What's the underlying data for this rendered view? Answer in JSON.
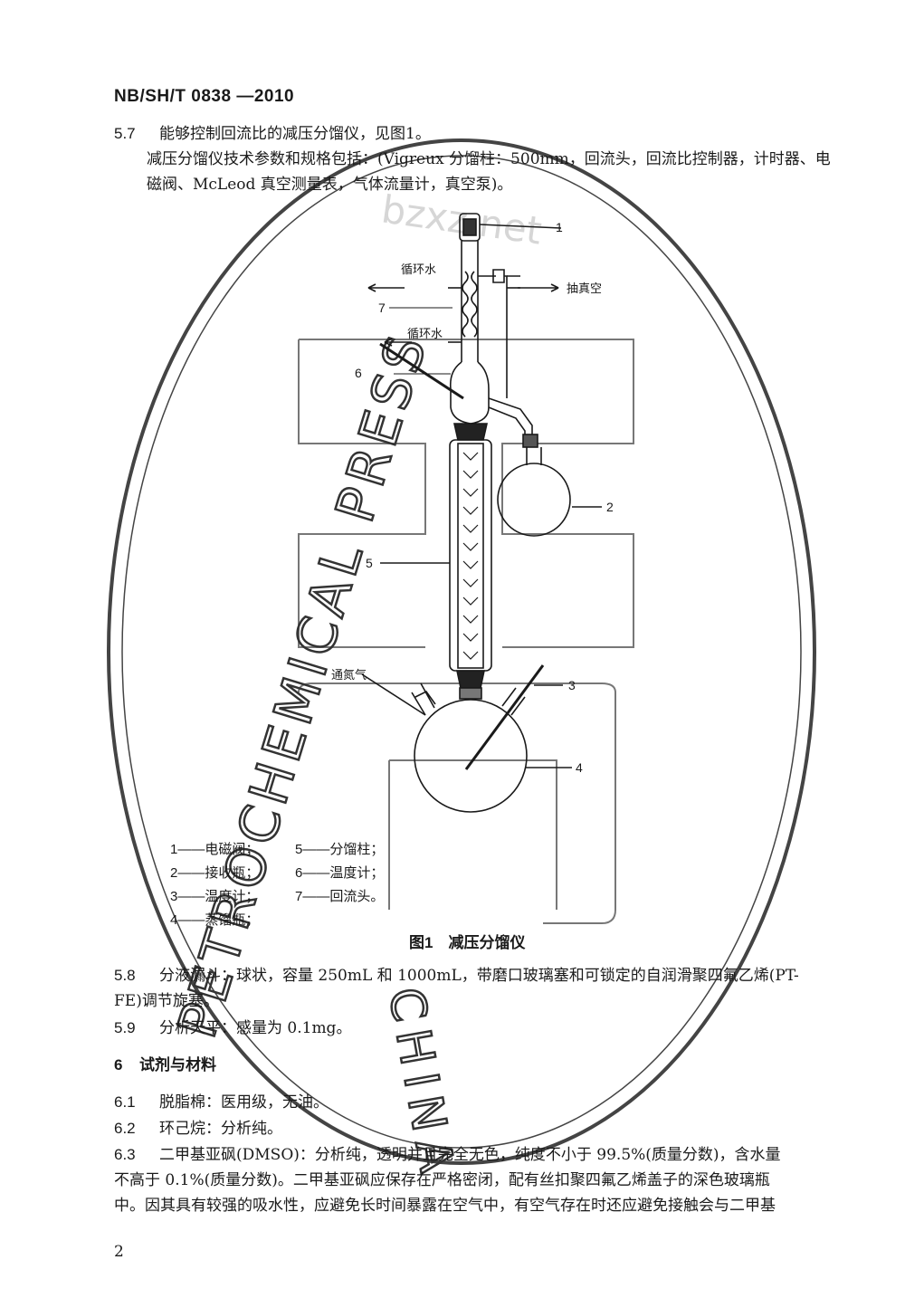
{
  "header": {
    "standard_code": "NB/SH/T 0838 —2010"
  },
  "sections": {
    "s5_7": {
      "number": "5.7",
      "text": "能够控制回流比的减压分馏仪，见图1。",
      "detail": "减压分馏仪技术参数和规格包括：(Vigreux 分馏柱：500mm，回流头，回流比控制器，计时器、电磁阀、McLeod 真空测量表，气体流量计，真空泵)。"
    },
    "figure": {
      "title": "图1　减压分馏仪",
      "callouts": [
        "1",
        "2",
        "3",
        "4",
        "5",
        "6",
        "7"
      ],
      "labels": {
        "cooling_water_top": "循环水",
        "cooling_water_mid": "循环水",
        "vacuum": "抽真空",
        "nitrogen": "通氮气"
      },
      "legend": [
        "1——电磁阀；",
        "2——接收瓶；",
        "3——温度计；",
        "4——蒸馏瓶；",
        "5——分馏柱；",
        "6——温度计；",
        "7——回流头。"
      ]
    },
    "s5_8": {
      "number": "5.8",
      "text": "分液漏斗：球状，容量 250mL 和 1000mL，带磨口玻璃塞和可锁定的自润滑聚四氟乙烯(PT-",
      "text2": "FE)调节旋塞。"
    },
    "s5_9": {
      "number": "5.9",
      "text": "分析天平：感量为 0.1mg。"
    },
    "s6": {
      "number": "6",
      "title": "试剂与材料"
    },
    "s6_1": {
      "number": "6.1",
      "text": "脱脂棉：医用级，无油。"
    },
    "s6_2": {
      "number": "6.2",
      "text": "环己烷：分析纯。"
    },
    "s6_3": {
      "number": "6.3",
      "line1": "二甲基亚砜(DMSO)：分析纯，透明并且完全无色，纯度不小于 99.5%(质量分数)，含水量",
      "line2": "不高于 0.1%(质量分数)。二甲基亚砜应保存在严格密闭，配有丝扣聚四氟乙烯盖子的深色玻璃瓶",
      "line3": "中。因其具有较强的吸水性，应避免长时间暴露在空气中，有空气存在时还应避免接触会与二甲基"
    },
    "watermark": {
      "text": "PETROCHEMICAL PRESS",
      "seal_text": "CHINA",
      "site": "bzxz.net"
    },
    "page_number": "2"
  }
}
